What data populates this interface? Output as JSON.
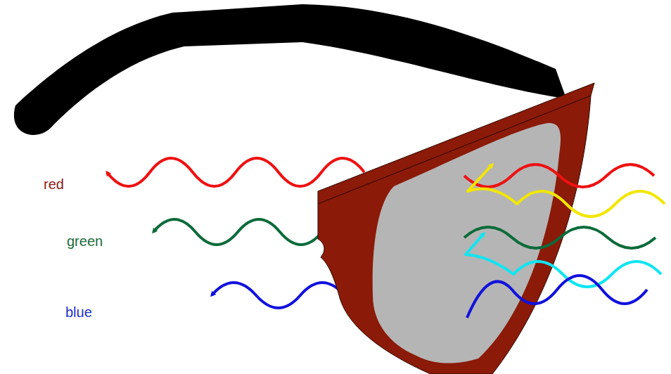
{
  "diagram": {
    "labels": [
      "red",
      "green",
      "blue"
    ]
  }
}
